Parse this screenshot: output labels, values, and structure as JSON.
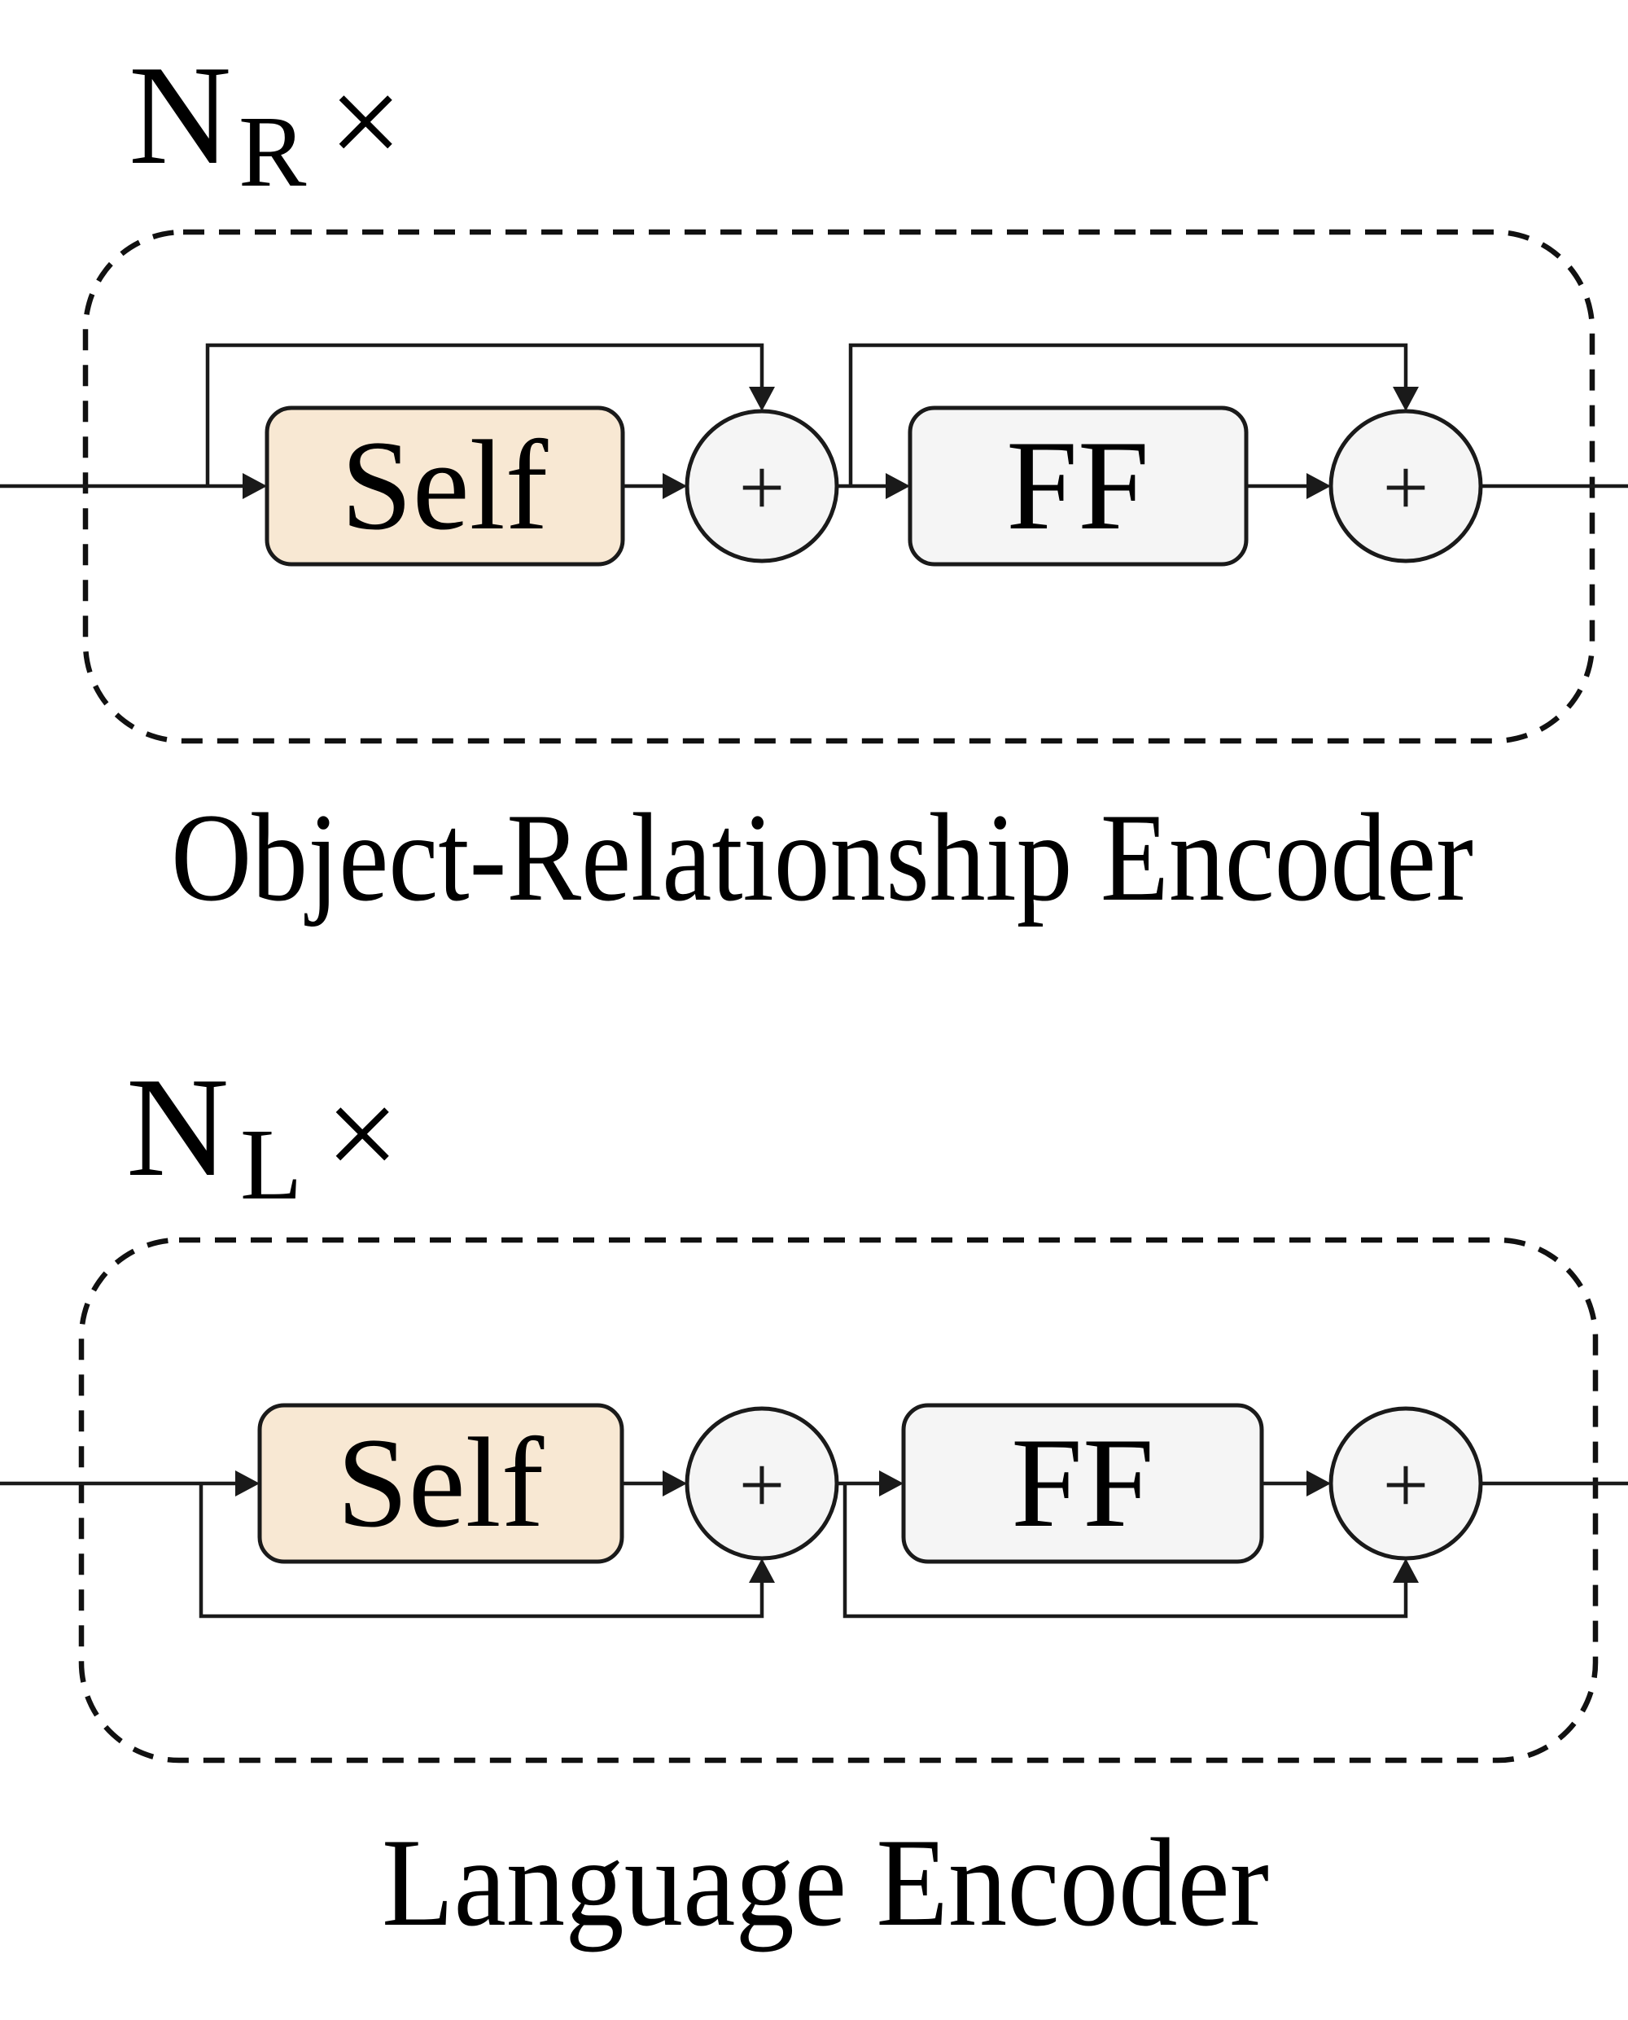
{
  "figure": {
    "background": "#ffffff"
  },
  "palette": {
    "self_block_fill": "#f8e8d3",
    "ff_block_fill": "#f5f5f5",
    "add_node_fill": "#f5f5f5",
    "line_color": "#1a1a1a",
    "text_color": "#000000"
  },
  "symbols": {
    "plus": "+"
  },
  "diagrams": [
    {
      "repeat_label": {
        "base": "N",
        "subscript": "R",
        "times": "×"
      },
      "blocks": {
        "self_attention": "Self",
        "feed_forward": "FF"
      },
      "caption": "Object-Relationship Encoder"
    },
    {
      "repeat_label": {
        "base": "N",
        "subscript": "L",
        "times": "×"
      },
      "blocks": {
        "self_attention": "Self",
        "feed_forward": "FF"
      },
      "caption": "Language Encoder"
    }
  ]
}
